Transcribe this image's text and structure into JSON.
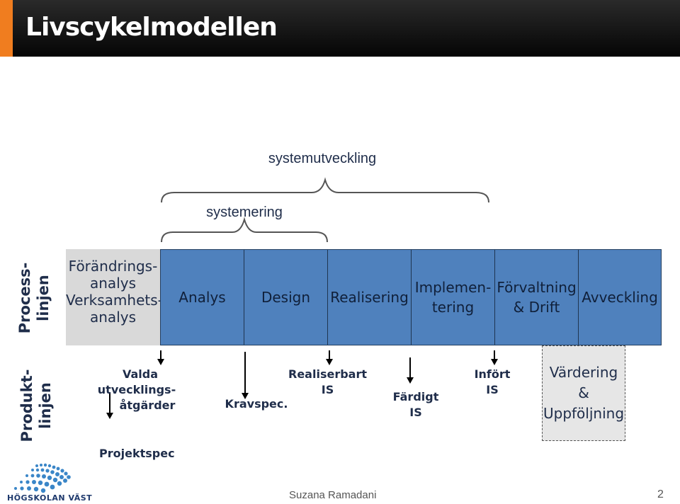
{
  "slide": {
    "title": "Livscykelmodellen",
    "page_number": "2",
    "author": "Suzana Ramadani"
  },
  "braces": {
    "outer_label": "systemutveckling",
    "inner_label": "systemering"
  },
  "process_line": {
    "label_line1": "Process-",
    "label_line2": "linjen",
    "pre_stage": [
      "Förändrings-",
      "analys",
      "Verksamhets-",
      "analys"
    ],
    "stages": [
      {
        "lines": [
          "Analys"
        ]
      },
      {
        "lines": [
          "Design"
        ]
      },
      {
        "lines": [
          "Realisering"
        ]
      },
      {
        "lines": [
          "Implemen-",
          "tering"
        ]
      },
      {
        "lines": [
          "Förvaltning",
          "& Drift"
        ]
      },
      {
        "lines": [
          "Avveckling"
        ]
      }
    ]
  },
  "product_line": {
    "label_line1": "Produkt-",
    "label_line2": "linjen",
    "items": [
      {
        "lines": [
          "Valda",
          "utvecklings-",
          "åtgärder"
        ]
      },
      {
        "lines": [
          "Kravspec."
        ]
      },
      {
        "lines": [
          "Realiserbart",
          "IS"
        ]
      },
      {
        "lines": [
          "Färdigt",
          "IS"
        ]
      },
      {
        "lines": [
          "Infört",
          "IS"
        ]
      }
    ],
    "evaluation": [
      "Värdering &",
      "Uppföljning"
    ],
    "project_spec": "Projektspec"
  },
  "logo": {
    "text": "HÖGSKOLAN VÄST"
  },
  "colors": {
    "title_bar": "#000000",
    "accent": "#f07d1f",
    "stage_fill": "#4f81bd",
    "pre_stage_fill": "#d9d9d9",
    "evaluation_fill": "#e6e6e6"
  }
}
